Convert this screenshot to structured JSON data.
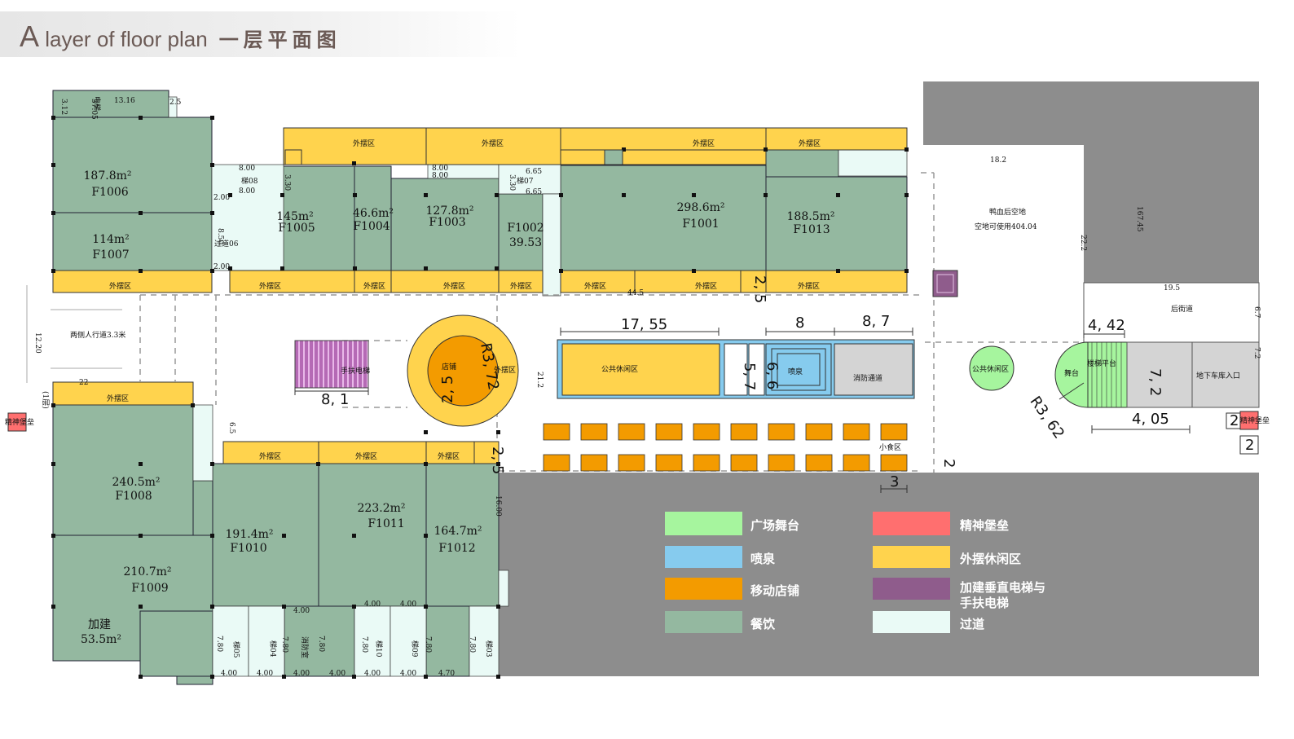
{
  "header": {
    "title_letter": "A",
    "title_en": " layer of floor plan",
    "title_cn": "一层平面图"
  },
  "colors": {
    "dining": "#94b8a0",
    "outdoor_seating": "#ffd34d",
    "corridor": "#eafaf6",
    "plaza_stage": "#a6f59e",
    "fountain": "#86cbee",
    "mobile_shop": "#f39b00",
    "fortress": "#ff6f6f",
    "elevator": "#8f5c8c",
    "site_gray": "#8d8d8d"
  },
  "units": [
    {
      "area": "187.8m²",
      "code": "F1006"
    },
    {
      "area": "114m²",
      "code": "F1007"
    },
    {
      "area": "145m²",
      "code": "F1005"
    },
    {
      "area": "46.6m²",
      "code": "F1004"
    },
    {
      "area": "127.8m²",
      "code": "F1003"
    },
    {
      "area": "F1002",
      "code": "39.53"
    },
    {
      "area": "298.6m²",
      "code": "F1001"
    },
    {
      "area": "188.5m²",
      "code": "F1013"
    },
    {
      "area": "240.5m²",
      "code": "F1008"
    },
    {
      "area": "210.7m²",
      "code": "F1009"
    },
    {
      "area": "191.4m²",
      "code": "F1010"
    },
    {
      "area": "223.2m²",
      "code": "F1011"
    },
    {
      "area": "164.7m²",
      "code": "F1012"
    },
    {
      "area": "加建",
      "code": "53.5m²"
    }
  ],
  "zones": {
    "outdoor": "外摆区",
    "public_rest": "公共休闲区",
    "fountain": "喷泉",
    "fire_lane": "消防通道",
    "shop": "店铺",
    "snack": "小食区",
    "stage": "舞台",
    "stair_platform": "楼梯平台",
    "garage_entry": "地下车库入口",
    "back_street": "后街道",
    "sidewalk": "两侧人行道3.3米",
    "fortress": "精神堡垒",
    "vacant_1": "鸭血后空地",
    "vacant_2": "空地可使用404.04",
    "escalator": "手扶电梯",
    "corridor_06": "过道06",
    "stair_08": "梯08",
    "stair_07": "梯07",
    "lift": "电梯",
    "floor_1": "(1层)",
    "stair_05": "梯05",
    "stair_04": "梯04",
    "fire_room": "消防室",
    "stair_10": "梯10",
    "stair_09": "梯09",
    "stair_03": "梯03"
  },
  "dims": {
    "d1755": "17, 55",
    "d8": "8",
    "d87": "8, 7",
    "d57": "5, 7",
    "d66": "6, 6",
    "d81": "8, 1",
    "r372": "R3, 72",
    "d25a": "2, 5",
    "d25b": "2, 5",
    "d25c": "2, 5",
    "d442": "4, 42",
    "d72": "7, 2",
    "d405": "4, 05",
    "r362": "R3, 62",
    "d2a": "2",
    "d2b": "2",
    "d3": "3",
    "d2c": "2",
    "t1316": "13.16",
    "t312": "3.12",
    "t3705": "37.05",
    "t25": "2.5",
    "t800a": "8.00",
    "t800b": "8.00",
    "t800c": "8.00",
    "t800d": "8.00",
    "t330a": "3.30",
    "t330b": "3.30",
    "t200a": "2.00",
    "t200b": "2.00",
    "t850": "8.50",
    "t665a": "6.65",
    "t665b": "6.65",
    "t445": "44.5",
    "t182": "18.2",
    "t222": "22.2",
    "t16745": "167.45",
    "t195": "19.5",
    "t67": "6.7",
    "t72b": "7.2",
    "t1220": "12.20",
    "t22": "22",
    "t65": "6.5",
    "t212": "21.2",
    "t1600": "16.00",
    "t400": "4.00",
    "t470": "4.70",
    "t780": "7.80"
  },
  "legend": [
    {
      "label": "广场舞台",
      "color": "#a6f59e"
    },
    {
      "label": "精神堡垒",
      "color": "#ff6f6f"
    },
    {
      "label": "喷泉",
      "color": "#86cbee"
    },
    {
      "label": "外摆休闲区",
      "color": "#ffd34d"
    },
    {
      "label": "移动店铺",
      "color": "#f39b00"
    },
    {
      "label": "加建垂直电梯与",
      "label2": "手扶电梯",
      "color": "#8f5c8c"
    },
    {
      "label": "餐饮",
      "color": "#94b8a0"
    },
    {
      "label": "过道",
      "color": "#eafaf6"
    }
  ]
}
